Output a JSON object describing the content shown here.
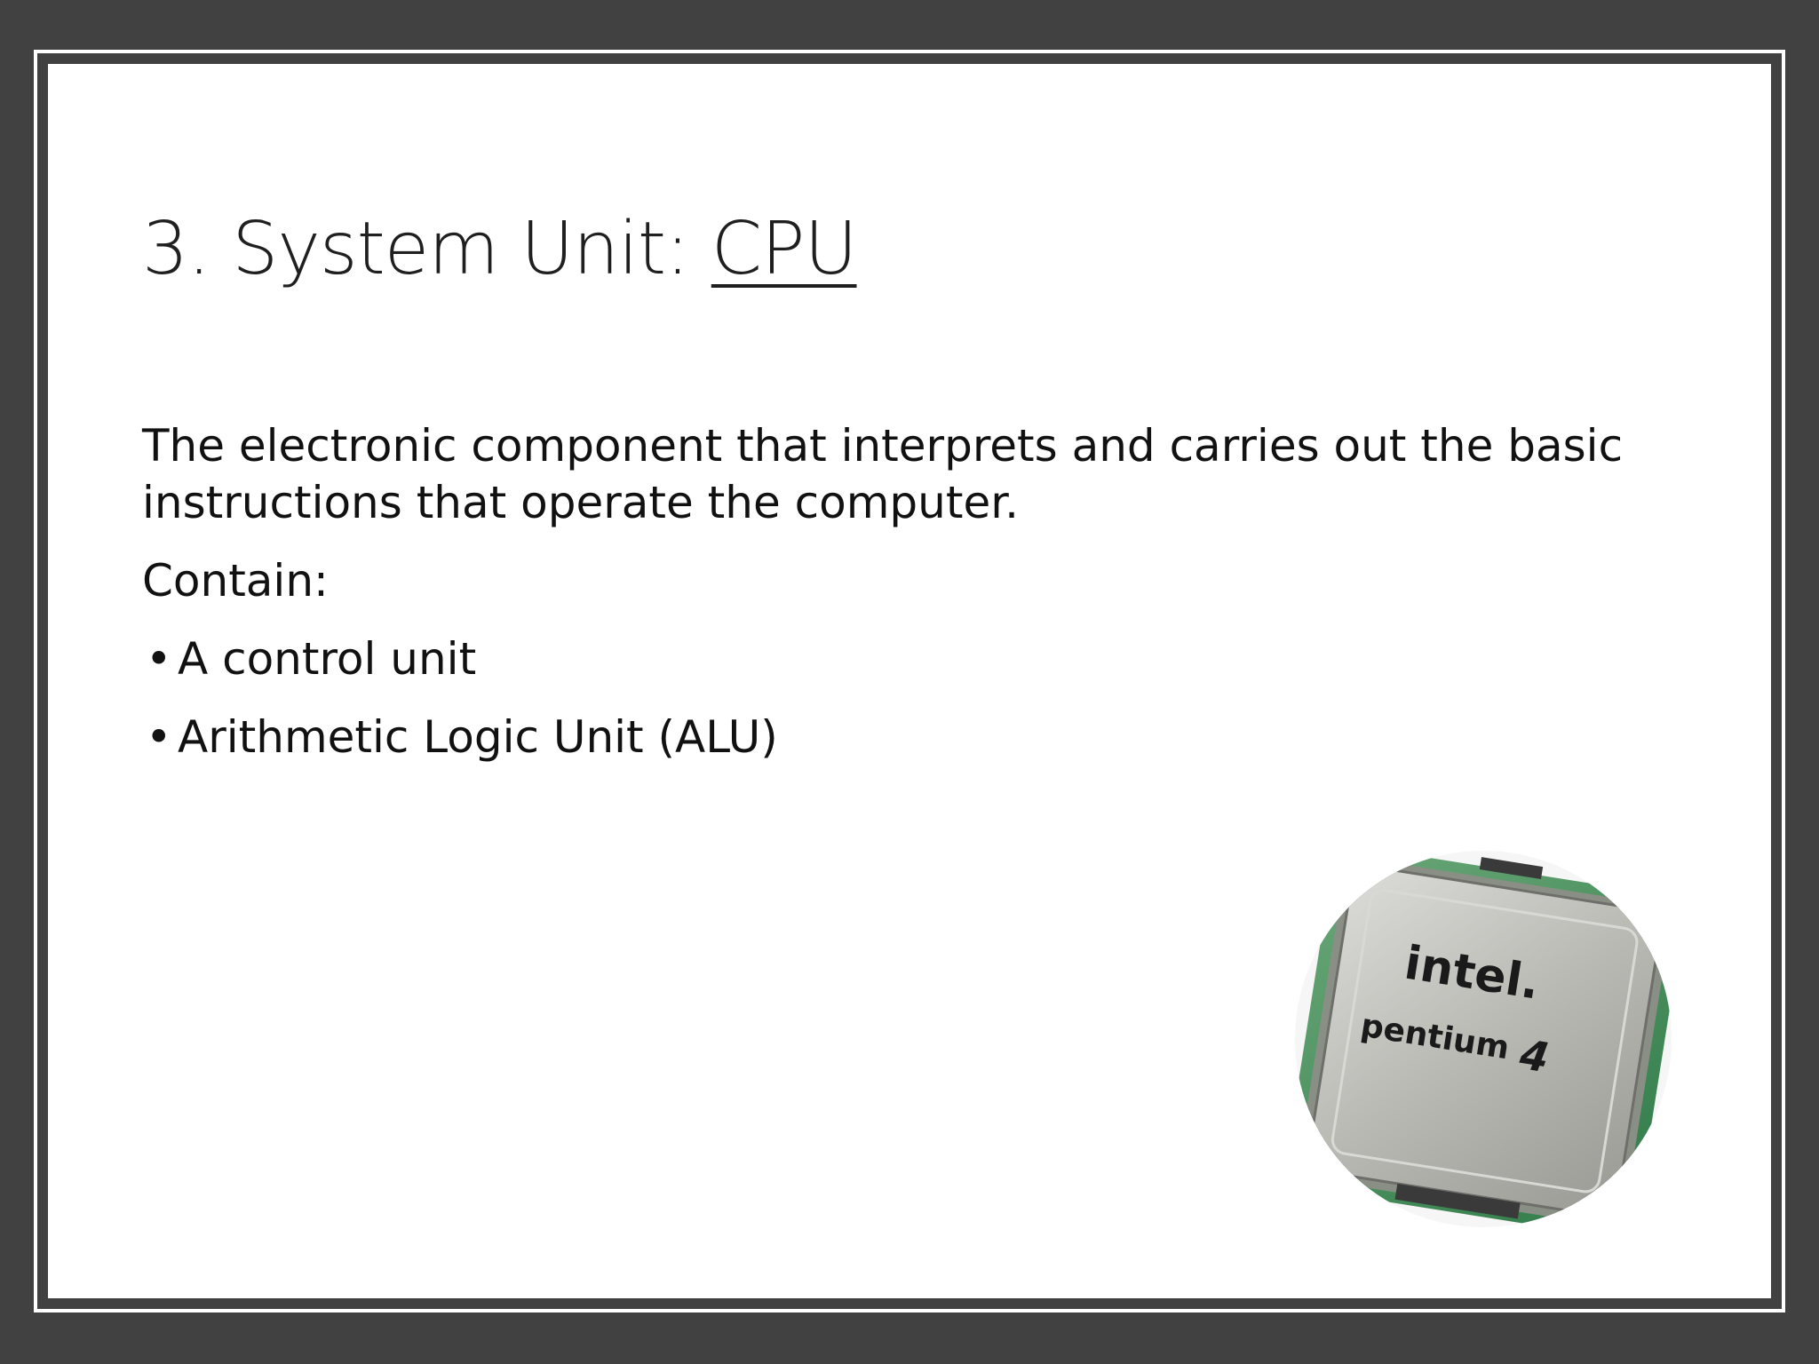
{
  "slide": {
    "title_prefix": "3. System Unit: ",
    "title_link": "CPU",
    "description": "The electronic component that interprets and carries out the basic instructions that operate the computer.",
    "contain_label": "Contain:",
    "bullets": [
      "A control unit",
      "Arithmetic Logic Unit (ALU)"
    ],
    "bullet_glyph": "•"
  },
  "image": {
    "chip_brand": "intel.",
    "chip_model": "pentium",
    "chip_version": "4",
    "icon": "cpu-chip-photo"
  },
  "colors": {
    "frame": "#414141",
    "slide_bg": "#ffffff",
    "text": "#111111",
    "pcb_green": "#3f8f5a",
    "chip_silver": "#b8b8b4"
  }
}
